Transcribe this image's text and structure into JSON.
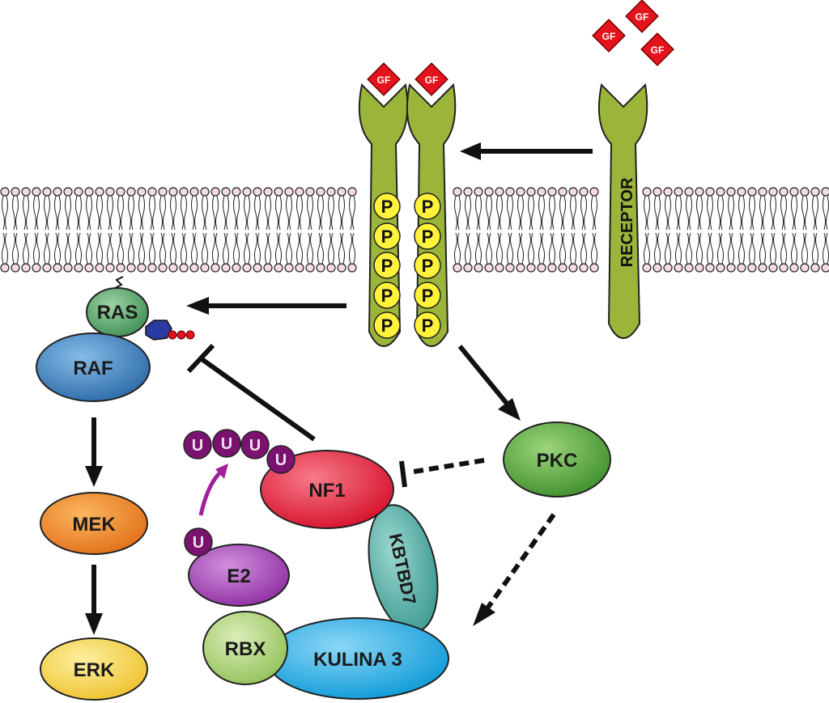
{
  "labels": {
    "gf": "GF",
    "receptor": "RECEPTOR",
    "phospho": "P",
    "ras": "RAS",
    "raf": "RAF",
    "mek": "MEK",
    "erk": "ERK",
    "pkc": "PKC",
    "nf1": "NF1",
    "ubiquitin": "U",
    "e2": "E2",
    "rbx": "RBX",
    "kbtbd7": "KBTBD7",
    "kulina3": "KULINA 3"
  },
  "colors": {
    "receptor": "#9bb43a",
    "gf": "#e3141b",
    "phospho": "#fff23a",
    "ras": "#5fa96e",
    "raf": "#3d85c6",
    "mek": "#f08a1c",
    "erk": "#f6d33c",
    "pkc": "#5cab3e",
    "nf1": "#e8183a",
    "ubiquitin": "#7b1270",
    "e2": "#a845b8",
    "rbx": "#a9cf6a",
    "kbtbd7": "#5bb5ac",
    "kulina3": "#1faee8",
    "membrane": "#f3dbe3"
  }
}
